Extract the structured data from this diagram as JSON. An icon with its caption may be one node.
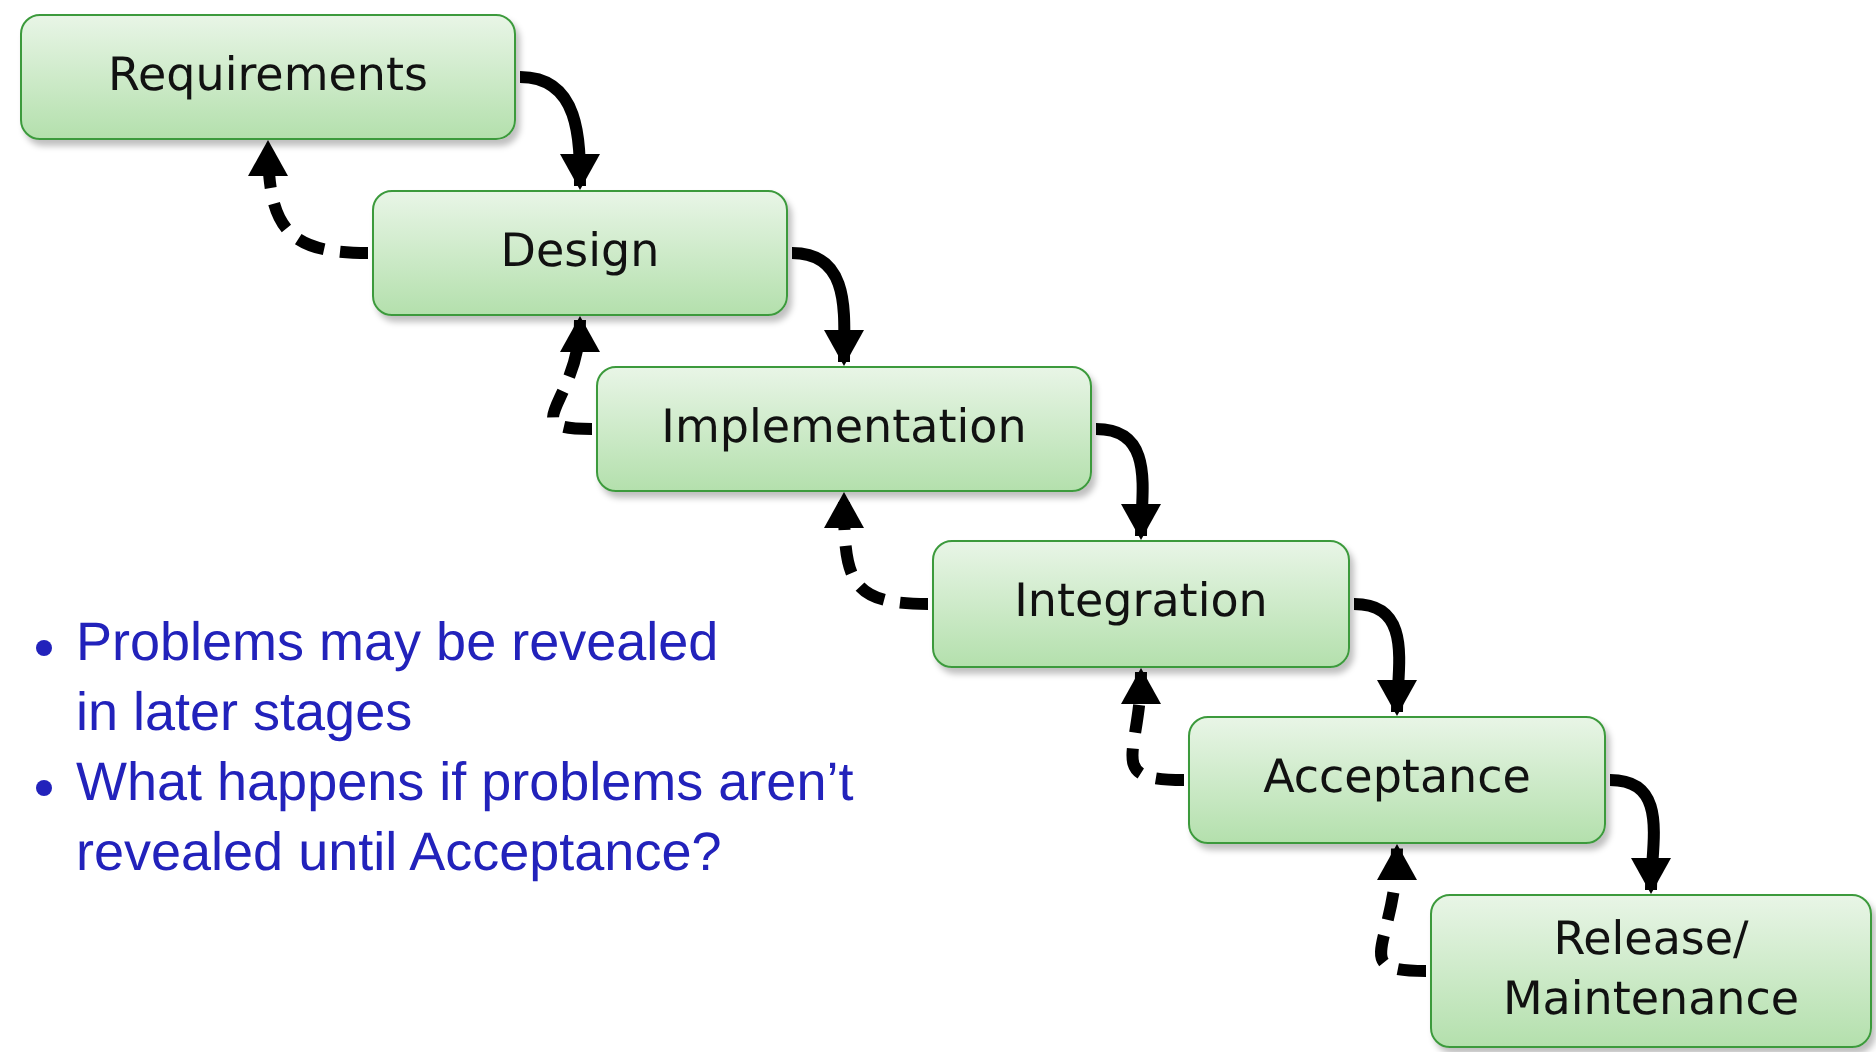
{
  "diagram": {
    "nodes": [
      {
        "text": [
          "Requirements"
        ]
      },
      {
        "text": [
          "Design"
        ]
      },
      {
        "text": [
          "Implementation"
        ]
      },
      {
        "text": [
          "Integration"
        ]
      },
      {
        "text": [
          "Acceptance"
        ]
      },
      {
        "text": [
          "Release/ Maintenance"
        ]
      }
    ],
    "edges": [
      {
        "from": 0,
        "to": 1,
        "arrow": "to"
      },
      {
        "from": 1,
        "to": 2,
        "arrow": "to"
      },
      {
        "from": 2,
        "to": 3,
        "arrow": "to"
      },
      {
        "from": 3,
        "to": 4,
        "arrow": "to"
      },
      {
        "from": 4,
        "to": 5,
        "arrow": "to"
      },
      {
        "from": 1,
        "to": 0,
        "arrow": "to",
        "style": "dashed"
      },
      {
        "from": 2,
        "to": 1,
        "arrow": "to",
        "style": "dashed"
      },
      {
        "from": 3,
        "to": 2,
        "arrow": "to",
        "style": "dashed"
      },
      {
        "from": 4,
        "to": 3,
        "arrow": "to",
        "style": "dashed"
      },
      {
        "from": 5,
        "to": 4,
        "arrow": "to",
        "style": "dashed"
      }
    ],
    "labels": [
      "Problems may be revealed in later stages",
      "What happens if problems aren’t revealed until Acceptance?"
    ]
  }
}
